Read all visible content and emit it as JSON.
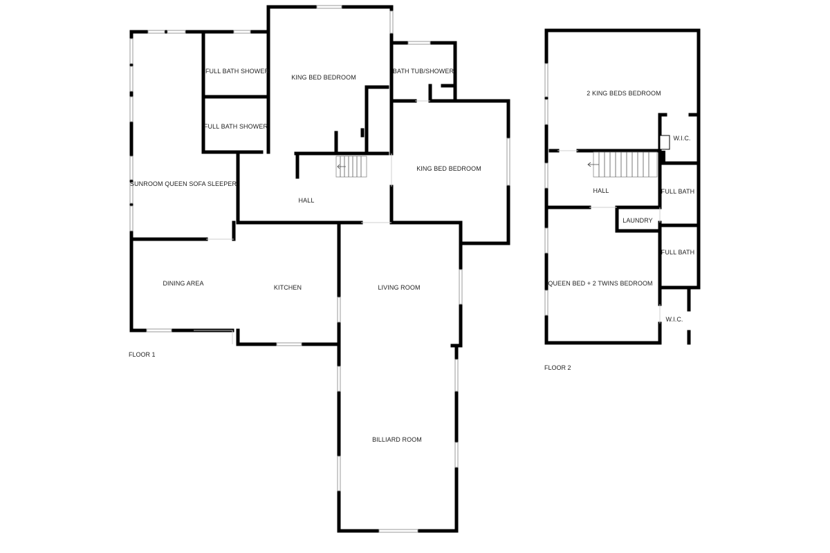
{
  "floors": [
    {
      "label": "FLOOR 1",
      "rooms": [
        {
          "id": "bath1",
          "label": "FULL BATH SHOWER"
        },
        {
          "id": "king1",
          "label": "KING BED BEDROOM"
        },
        {
          "id": "tub",
          "label": "BATH TUB/SHOWER"
        },
        {
          "id": "bath2",
          "label": "FULL BATH SHOWER"
        },
        {
          "id": "sunroom",
          "label": "SUNROOM QUEEN SOFA SLEEPER"
        },
        {
          "id": "king2",
          "label": "KING BED BEDROOM"
        },
        {
          "id": "hall1",
          "label": "HALL"
        },
        {
          "id": "dining",
          "label": "DINING AREA"
        },
        {
          "id": "kitchen",
          "label": "KITCHEN"
        },
        {
          "id": "living",
          "label": "LIVING ROOM"
        },
        {
          "id": "billiard",
          "label": "BILLIARD ROOM"
        }
      ]
    },
    {
      "label": "FLOOR 2",
      "rooms": [
        {
          "id": "kings2",
          "label": "2 KING BEDS BEDROOM"
        },
        {
          "id": "wic1",
          "label": "W.I.C."
        },
        {
          "id": "hall2",
          "label": "HALL"
        },
        {
          "id": "fullbath1",
          "label": "FULL BATH"
        },
        {
          "id": "laundry",
          "label": "LAUNDRY"
        },
        {
          "id": "fullbath2",
          "label": "FULL BATH"
        },
        {
          "id": "queen",
          "label": "QUEEN BED + 2 TWINS BEDROOM"
        },
        {
          "id": "wic2",
          "label": "W.I.C."
        }
      ]
    }
  ]
}
